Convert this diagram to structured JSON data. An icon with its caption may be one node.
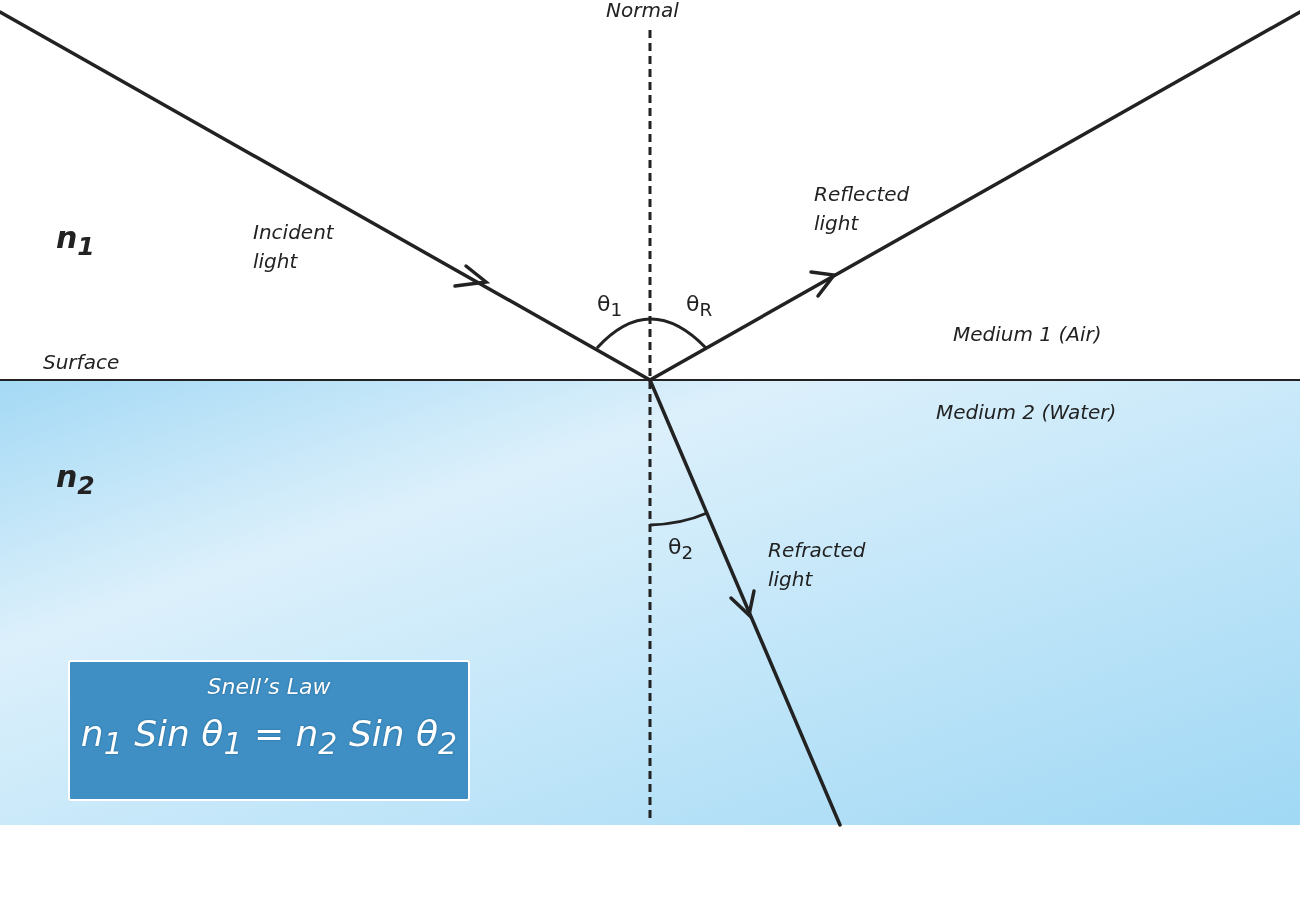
{
  "diagram": {
    "nodes": [
      {
        "text": [
          "Snell’s Law",
          "*n*$_{1}$ Sin θ$_{1}$ = *n*$_{2}$ Sin θ$_{2}$"
        ]
      }
    ],
    "labels": [
      "Normal",
      "*n*$_{1}$",
      "Incident light",
      "Reflected light",
      "θ$_{1}$",
      "θ$_{R}$",
      "Surface",
      "Medium 1 (Air)",
      "Medium 2 (Water)",
      "*n*$_{2}$",
      "θ$_{2}$",
      "Refracted light"
    ]
  }
}
